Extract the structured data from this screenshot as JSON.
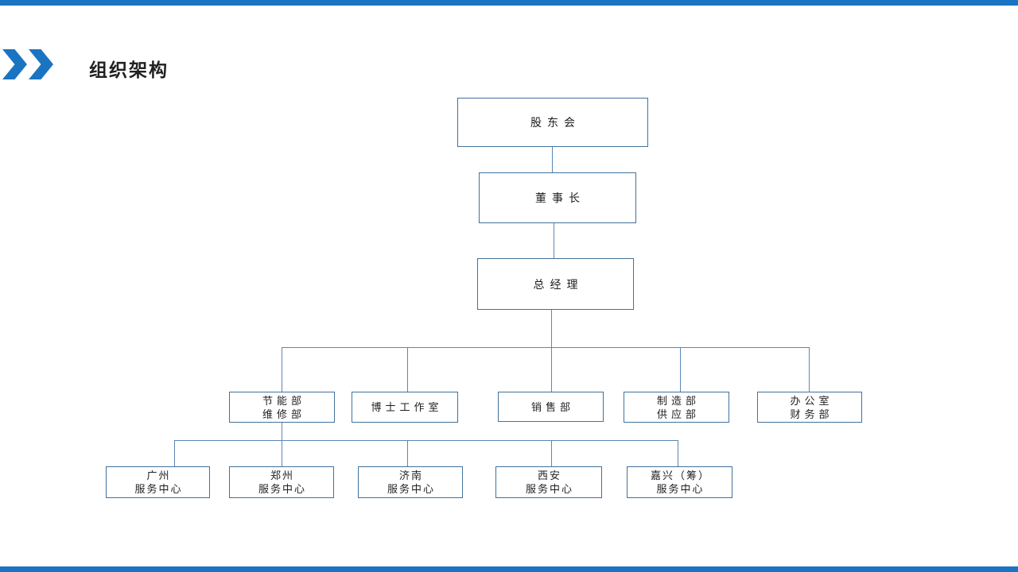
{
  "header": {
    "title": "组织架构"
  },
  "colors": {
    "accent_blue": "#1b74c2",
    "box_border_blue": "#41719c",
    "connector_blue": "#5c86b0",
    "text_dark": "#1f1f1f"
  },
  "org": {
    "top_levels": [
      {
        "label": "股东会"
      },
      {
        "label": "董事长"
      },
      {
        "label": "总经理"
      }
    ],
    "departments": [
      {
        "line1": "节能部",
        "line2": "维修部"
      },
      {
        "line1": "博士工作室"
      },
      {
        "line1": "销售部"
      },
      {
        "line1": "制造部",
        "line2": "供应部"
      },
      {
        "line1": "办公室",
        "line2": "财务部"
      }
    ],
    "service_centers": [
      {
        "line1": "广州",
        "line2": "服务中心"
      },
      {
        "line1": "郑州",
        "line2": "服务中心"
      },
      {
        "line1": "济南",
        "line2": "服务中心"
      },
      {
        "line1": "西安",
        "line2": "服务中心"
      },
      {
        "line1": "嘉兴（筹）",
        "line2": "服务中心"
      }
    ]
  }
}
